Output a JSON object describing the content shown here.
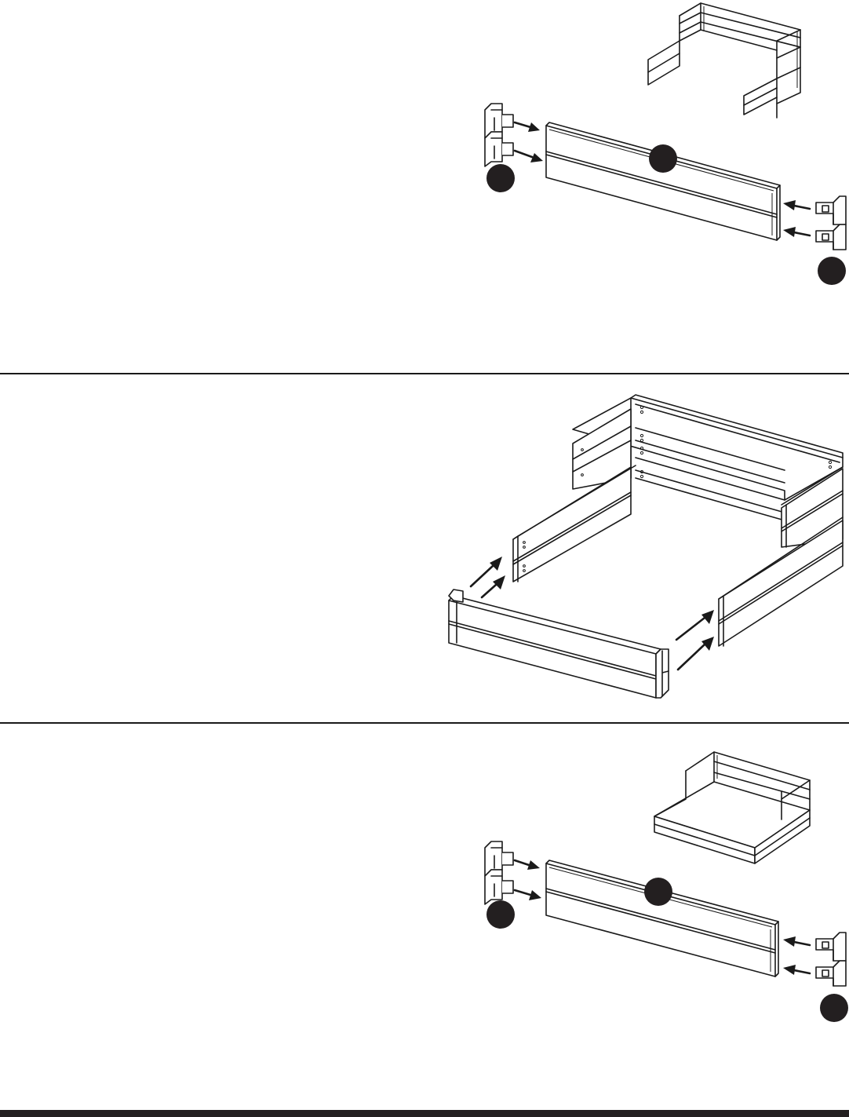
{
  "page": {
    "background": "#ffffff",
    "ink": "#231f20"
  },
  "steps": [
    {
      "name": "step-1",
      "parts": [
        "finished-frame-preview",
        "board-panel",
        "corner-bracket-left",
        "corner-bracket-right"
      ],
      "callouts": 3
    },
    {
      "name": "step-2",
      "parts": [
        "partial-frame",
        "front-board-assembly"
      ],
      "callouts": 0
    },
    {
      "name": "step-3",
      "parts": [
        "finished-bed-preview",
        "board-panel",
        "corner-bracket-left",
        "corner-bracket-right"
      ],
      "callouts": 3
    }
  ],
  "icons": {
    "callout": "filled-circle-icon",
    "arrow": "arrow-icon",
    "bracket": "corner-bracket-icon"
  }
}
